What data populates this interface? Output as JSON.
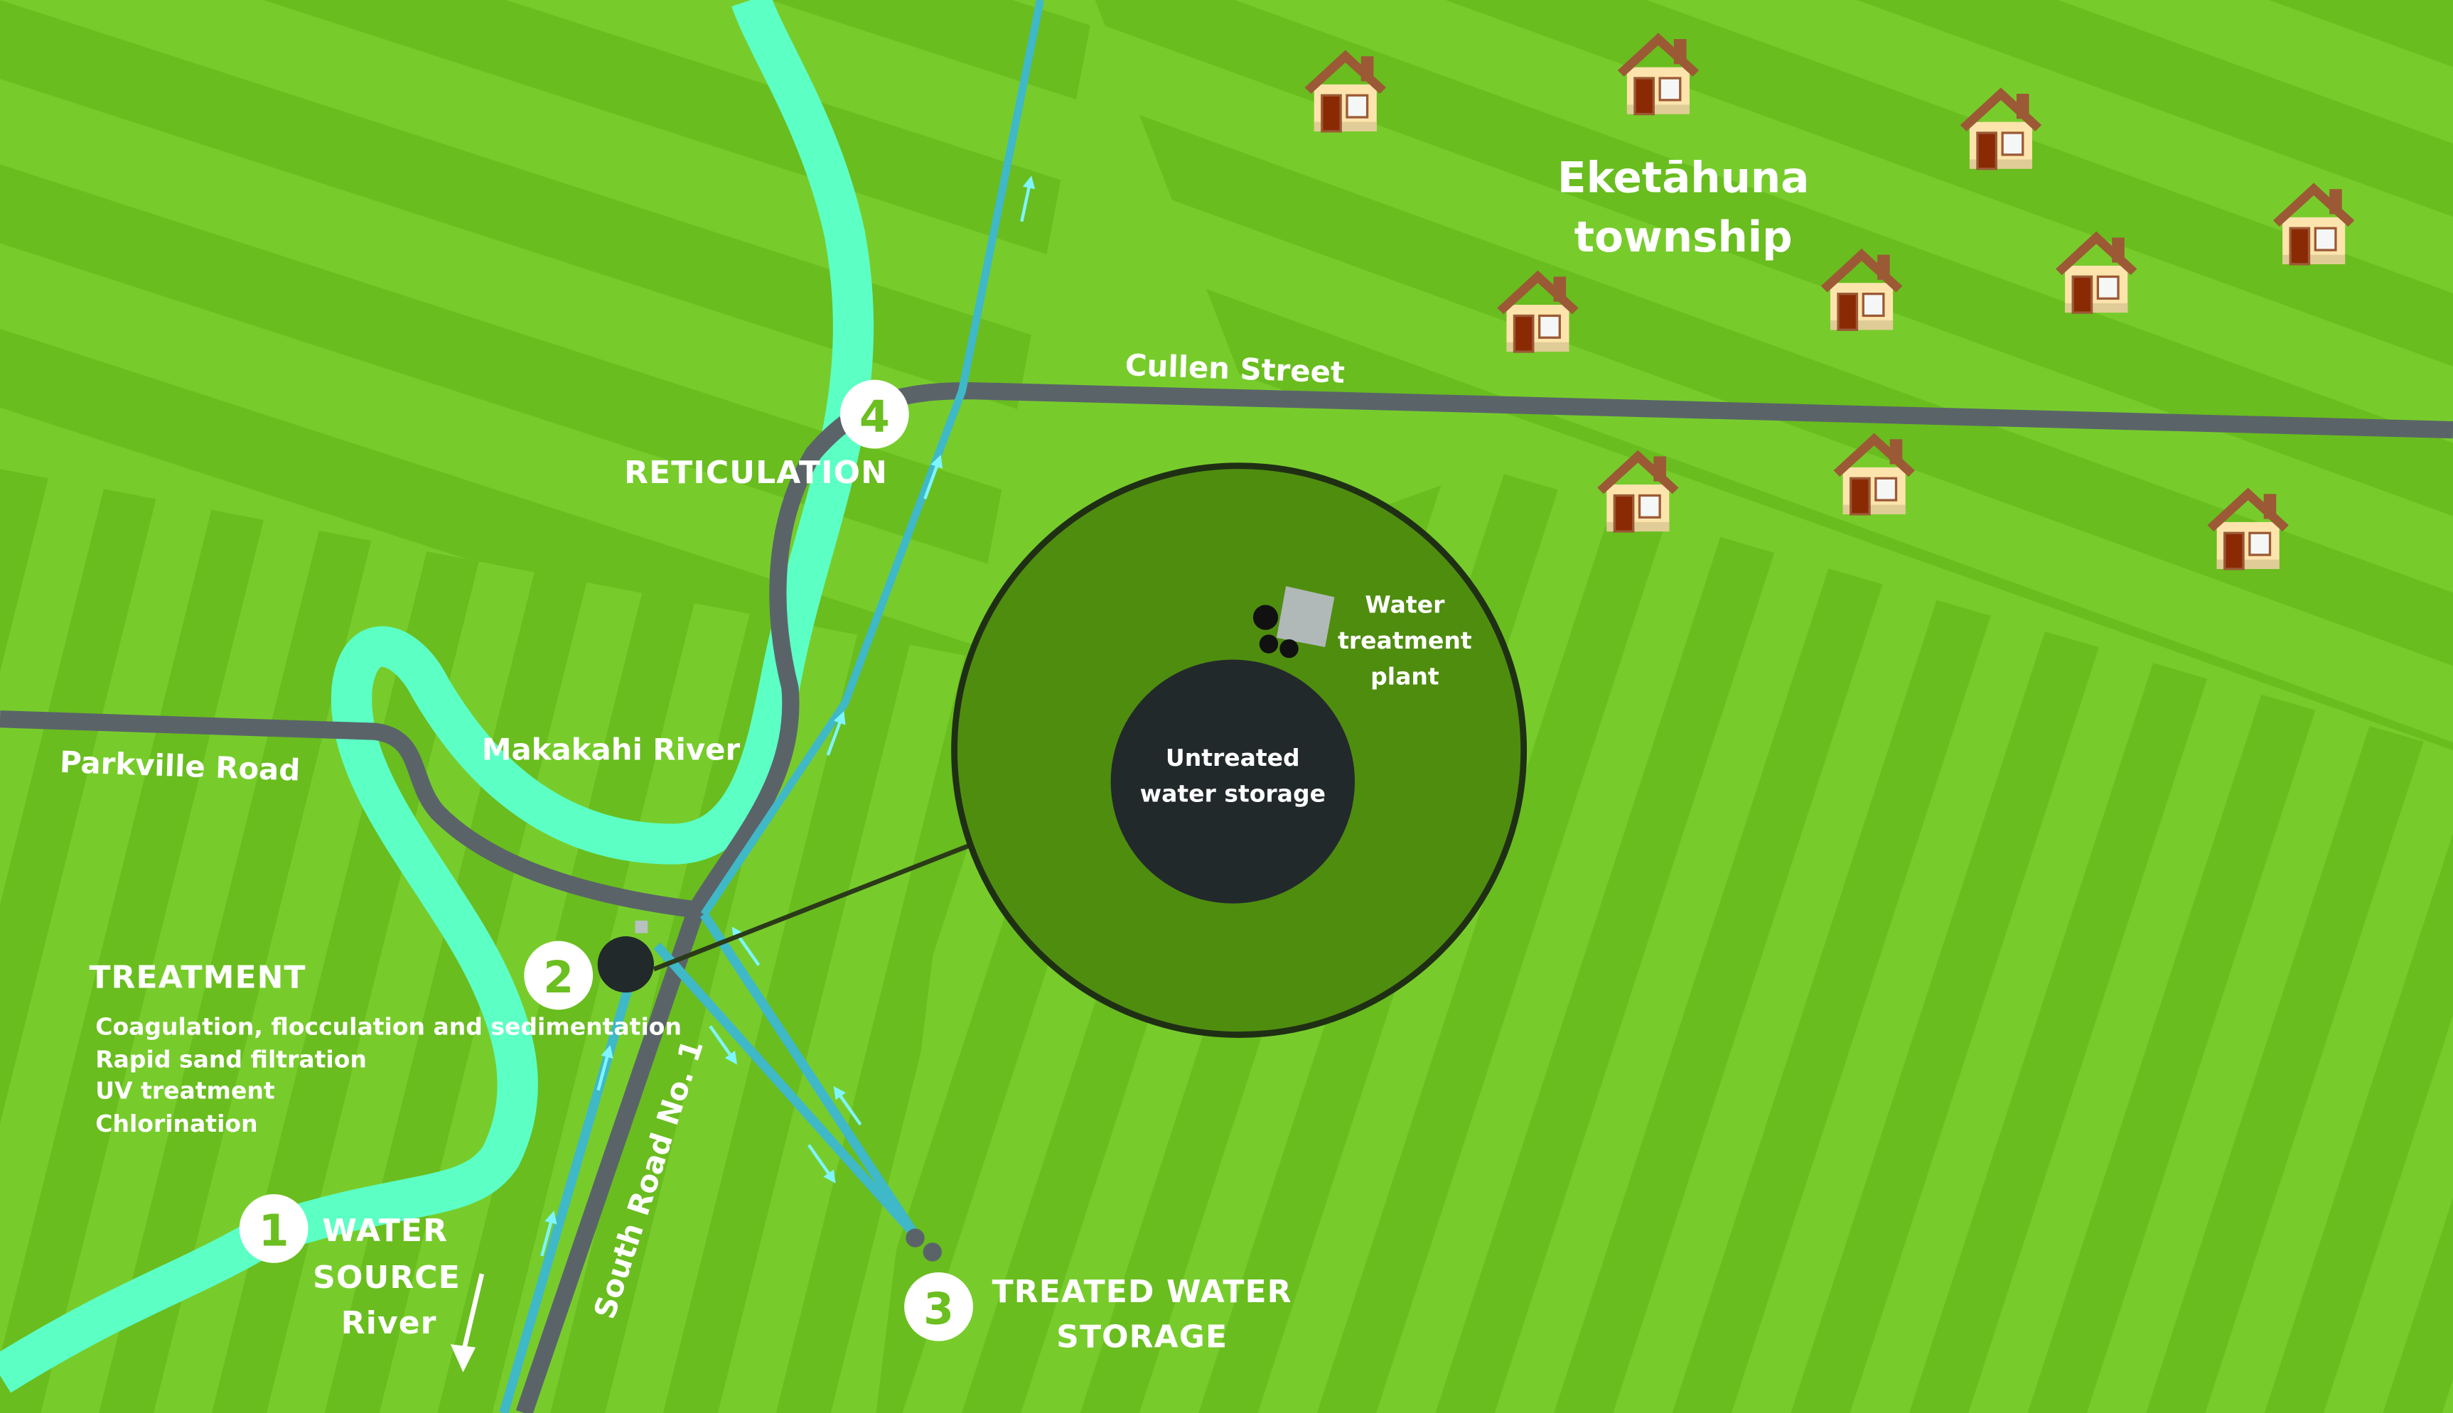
{
  "title": "Eketāhuna water supply scheme",
  "colors": {
    "grass": "#77cc2c",
    "stripe": "#69bd1f",
    "river": "#5cffc4",
    "road": "#5a6468",
    "pipe": "#3fb8c8",
    "site": "#4f8d0f",
    "storage": "#22292b"
  },
  "town": {
    "line1": "Eketāhuna",
    "line2": "township"
  },
  "roads": {
    "cullen": "Cullen Street",
    "parkville": "Parkville Road",
    "south": "South Road No. 1"
  },
  "river": {
    "name": "Makakahi River"
  },
  "steps": [
    {
      "number": "1",
      "title_line1": "WATER",
      "title_line2": "SOURCE",
      "subtitle": "River"
    },
    {
      "number": "2",
      "title": "TREATMENT",
      "processes": [
        "Coagulation, flocculation and sedimentation",
        "Rapid sand filtration",
        "UV treatment",
        "Chlorination"
      ]
    },
    {
      "number": "3",
      "title_line1": "TREATED WATER",
      "title_line2": "STORAGE"
    },
    {
      "number": "4",
      "title": "RETICULATION"
    }
  ],
  "inset": {
    "plant_line1": "Water",
    "plant_line2": "treatment",
    "plant_line3": "plant",
    "storage_line1": "Untreated",
    "storage_line2": "water storage"
  },
  "icons": [
    "house-icon",
    "flow-arrow-icon"
  ]
}
